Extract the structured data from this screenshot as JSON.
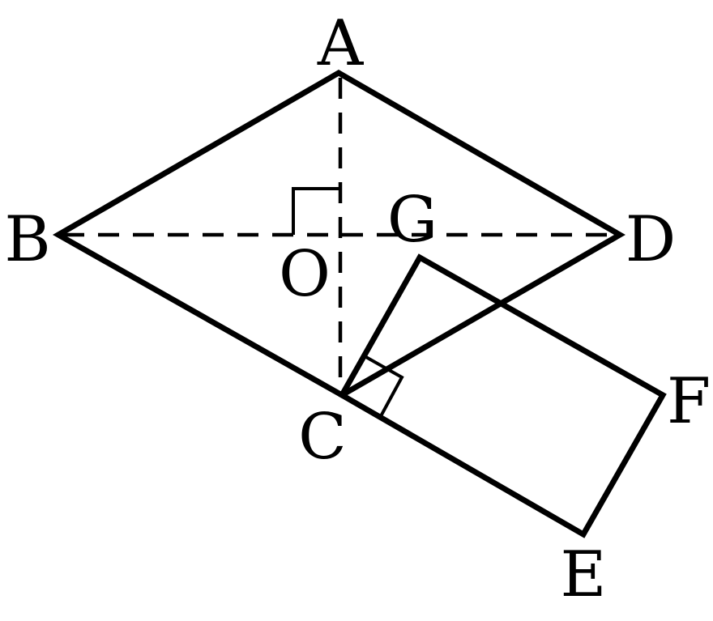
{
  "figure": {
    "labels": {
      "A": "A",
      "B": "B",
      "C": "C",
      "D": "D",
      "E": "E",
      "F": "F",
      "G": "G",
      "O": "O"
    }
  }
}
